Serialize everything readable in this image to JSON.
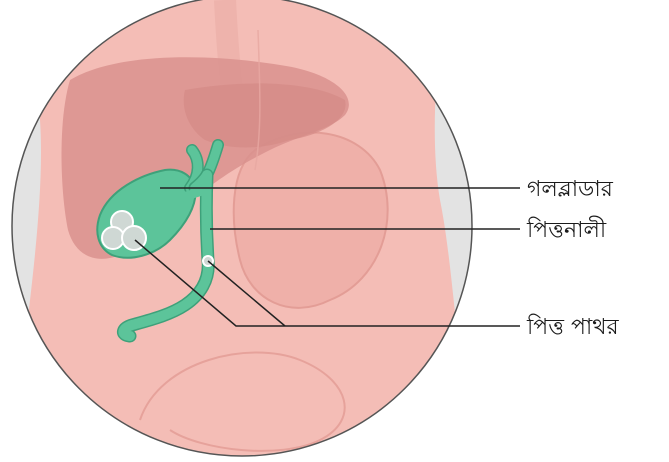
{
  "labels": {
    "gallbladder": "গলব্লাডার",
    "bile_duct": "পিত্তনালী",
    "gallstones": "পিত্ত পাথর"
  },
  "colors": {
    "background_skin": "#f4bdb6",
    "side_gray": "#e3e3e3",
    "outline": "#555555",
    "liver": "#d9928e",
    "stomach": "#ecaaa3",
    "gallbladder": "#5cc49a",
    "gallbladder_outline": "#3ea17a",
    "stone_fill": "#cfd8d4",
    "stone_outline": "#ffffff",
    "leader_line": "#222222"
  }
}
